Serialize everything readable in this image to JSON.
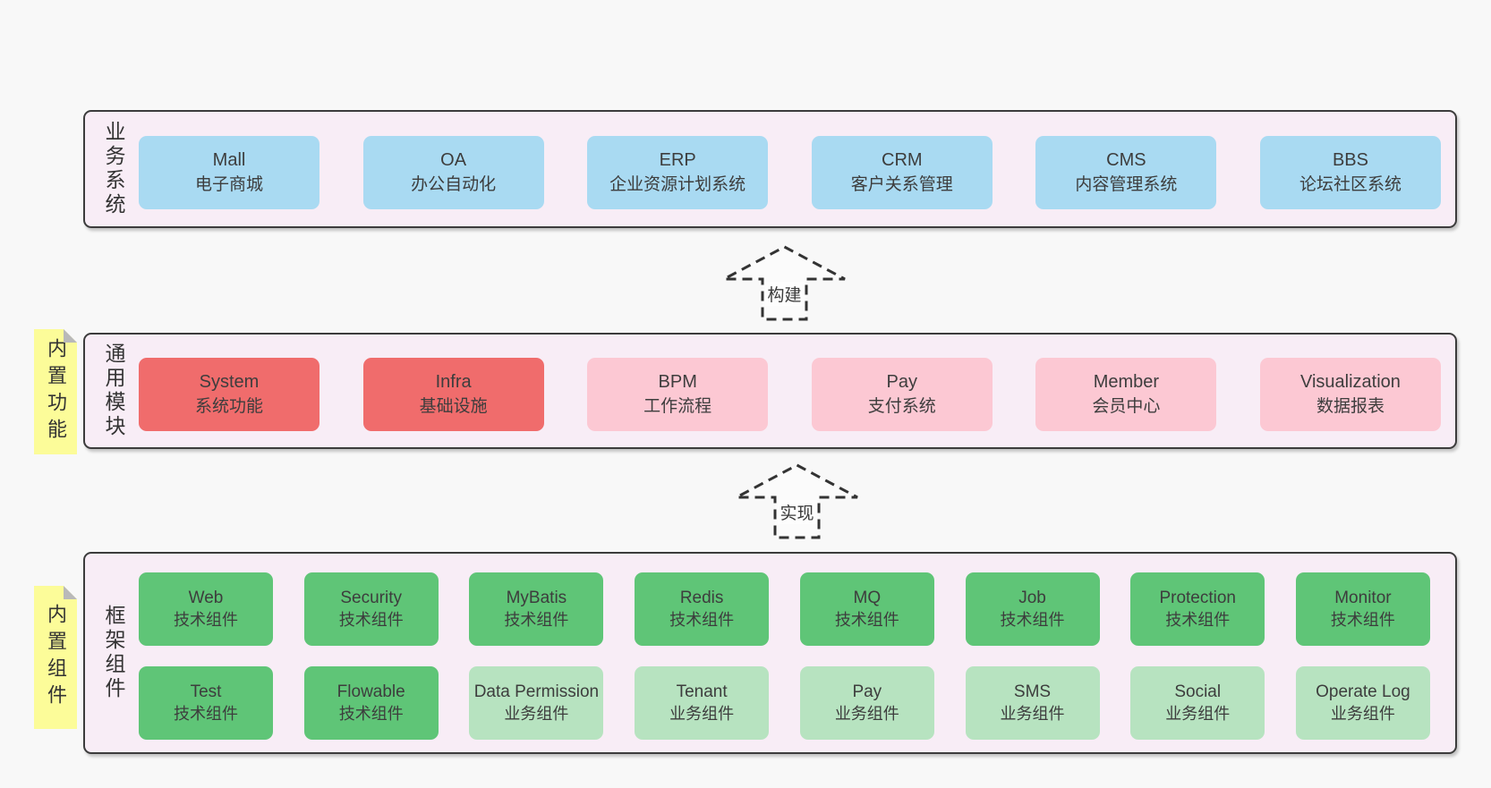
{
  "colors": {
    "page_bg": "#f8f8f8",
    "band_bg": "#f8edf6",
    "band_border": "#3c3c3c",
    "blue_box": "#a9daf2",
    "red_box": "#f06c6c",
    "pink_box": "#fcc8d3",
    "green_box": "#5fc577",
    "light_green_box": "#b7e3c0",
    "note_bg": "#fcfc99",
    "note_fold": "#b9b9b9",
    "text": "#3d3d3d"
  },
  "bands": [
    {
      "label": "业务系统",
      "boxes": [
        {
          "en": "Mall",
          "zh": "电子商城"
        },
        {
          "en": "OA",
          "zh": "办公自动化"
        },
        {
          "en": "ERP",
          "zh": "企业资源计划系统"
        },
        {
          "en": "CRM",
          "zh": "客户关系管理"
        },
        {
          "en": "CMS",
          "zh": "内容管理系统"
        },
        {
          "en": "BBS",
          "zh": "论坛社区系统"
        }
      ]
    },
    {
      "label": "通用模块",
      "note": "内置功能",
      "boxes": [
        {
          "en": "System",
          "zh": "系统功能"
        },
        {
          "en": "Infra",
          "zh": "基础设施"
        },
        {
          "en": "BPM",
          "zh": "工作流程"
        },
        {
          "en": "Pay",
          "zh": "支付系统"
        },
        {
          "en": "Member",
          "zh": "会员中心"
        },
        {
          "en": "Visualization",
          "zh": "数据报表"
        }
      ]
    },
    {
      "label": "框架组件",
      "note": "内置组件",
      "rows": [
        [
          {
            "en": "Web",
            "zh": "技术组件"
          },
          {
            "en": "Security",
            "zh": "技术组件"
          },
          {
            "en": "MyBatis",
            "zh": "技术组件"
          },
          {
            "en": "Redis",
            "zh": "技术组件"
          },
          {
            "en": "MQ",
            "zh": "技术组件"
          },
          {
            "en": "Job",
            "zh": "技术组件"
          },
          {
            "en": "Protection",
            "zh": "技术组件"
          },
          {
            "en": "Monitor",
            "zh": "技术组件"
          }
        ],
        [
          {
            "en": "Test",
            "zh": "技术组件"
          },
          {
            "en": "Flowable",
            "zh": "技术组件"
          },
          {
            "en": "Data Permission",
            "zh": "业务组件"
          },
          {
            "en": "Tenant",
            "zh": "业务组件"
          },
          {
            "en": "Pay",
            "zh": "业务组件"
          },
          {
            "en": "SMS",
            "zh": "业务组件"
          },
          {
            "en": "Social",
            "zh": "业务组件"
          },
          {
            "en": "Operate Log",
            "zh": "业务组件"
          }
        ]
      ]
    }
  ],
  "arrows": [
    {
      "label": "构建"
    },
    {
      "label": "实现"
    }
  ]
}
